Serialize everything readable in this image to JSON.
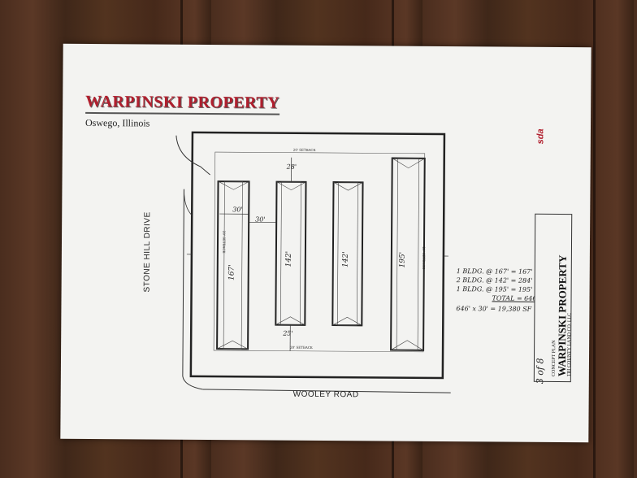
{
  "title": "WARPINSKI PROPERTY",
  "location": "Oswego, Illinois",
  "roads": {
    "west": "STONE HILL DRIVE",
    "south": "WOOLEY ROAD"
  },
  "dimensions": {
    "setback_top": "20' SETBACK",
    "setback_bottom": "20' SETBACK",
    "setback_left": "20' SETBACK",
    "setback_right": "20' SETBACK",
    "top_28": "28'",
    "left_30a": "30'",
    "left_30b": "30'",
    "bottom_25": "25'",
    "building_1": "167'",
    "building_2": "142'",
    "building_3": "142'",
    "building_4": "195'"
  },
  "summary": {
    "line1": "1 BLDG. @ 167' = 167'",
    "line2": "2 BLDG. @ 142' = 284'",
    "line3": "1 BLDG. @ 195' = 195'",
    "total": "TOTAL = 646'",
    "area": "646' x 30' = 19,380 SF"
  },
  "title_block": {
    "label": "CONCEPT PLAN",
    "name": "WARPINSKI PROPERTY",
    "owner": "TRI COUNTY LAND CO. LLC",
    "sheet": "3 of 8"
  },
  "logo": "sda",
  "colors": {
    "title_red": "#b11f2e",
    "paper": "#f3f3f1",
    "ink": "#222222"
  }
}
